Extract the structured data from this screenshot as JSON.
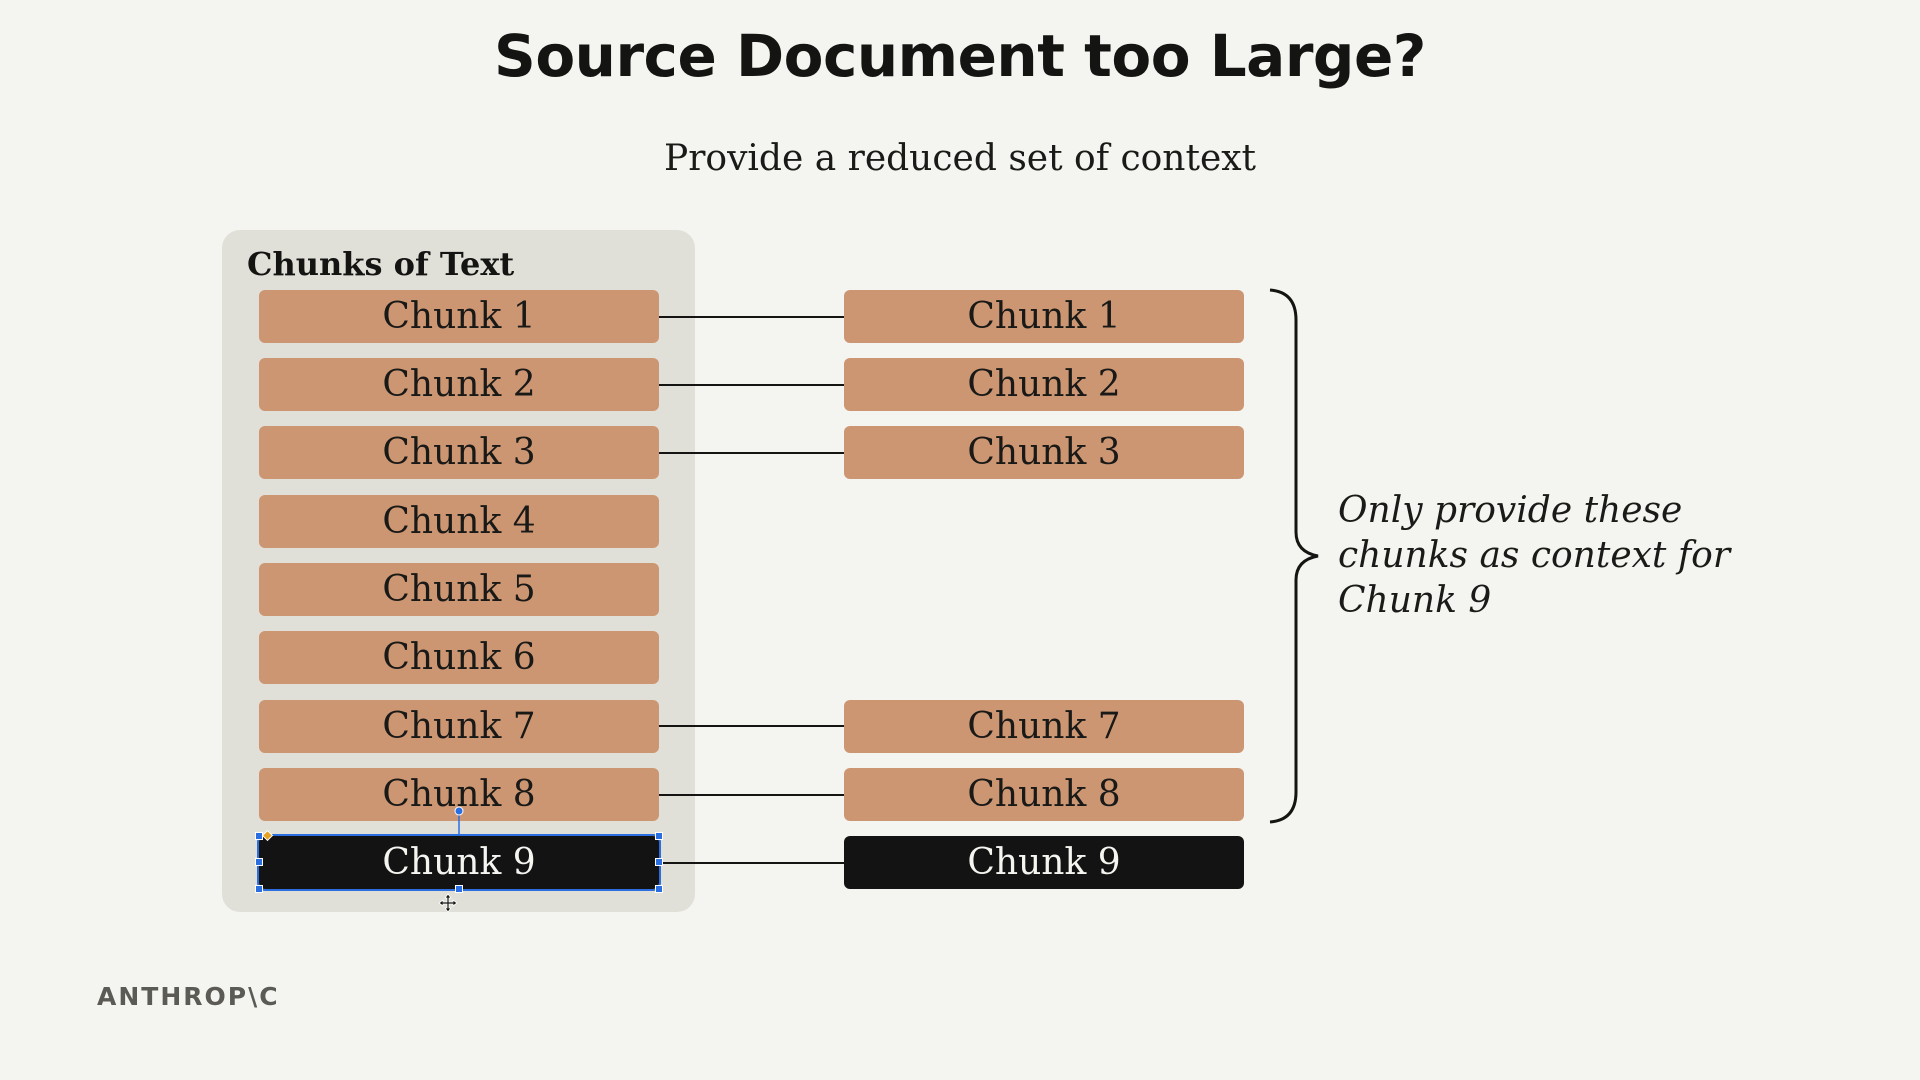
{
  "title": "Source Document too Large?",
  "subtitle": "Provide a reduced set of context",
  "panel": {
    "title": "Chunks of Text",
    "chunks": [
      "Chunk 1",
      "Chunk 2",
      "Chunk 3",
      "Chunk 4",
      "Chunk 5",
      "Chunk 6",
      "Chunk 7",
      "Chunk 8",
      "Chunk 9"
    ],
    "selected_chunk": "Chunk 9"
  },
  "context_chunks": [
    "Chunk 1",
    "Chunk 2",
    "Chunk 3",
    "Chunk 7",
    "Chunk 8",
    "Chunk 9"
  ],
  "note": "Only provide these chunks as context for Chunk 9",
  "logo": "ANTHROP\\C",
  "colors": {
    "background": "#f4f5f0",
    "panel": "#e1e0d8",
    "chunk": "#cd9673",
    "chunk_target": "#131313",
    "selection": "#2a6ee0"
  }
}
